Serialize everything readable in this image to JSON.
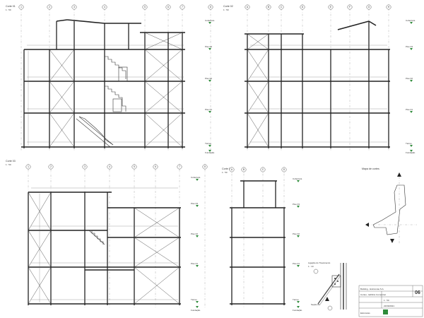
{
  "sheet": {
    "views": [
      {
        "id": "v1",
        "title": "Corte 01",
        "scale": "1 : 50",
        "grid_labels": [
          "1",
          "2",
          "3",
          "4",
          "5",
          "6",
          "7",
          "8"
        ],
        "levels": [
          "Cobertura",
          "Piso 03",
          "Piso 02",
          "Piso 01",
          "Térreo",
          "Fundação"
        ]
      },
      {
        "id": "v2",
        "title": "Corte 02",
        "scale": "1 : 50",
        "grid_labels": [
          "A",
          "B",
          "C",
          "D",
          "E",
          "F",
          "G",
          "H"
        ],
        "levels": [
          "Cobertura",
          "Piso 03",
          "Piso 02",
          "Piso 01",
          "Térreo",
          "Fundação"
        ]
      },
      {
        "id": "v3",
        "title": "Corte 03",
        "scale": "1 : 50",
        "grid_labels": [
          "1",
          "2",
          "3",
          "4",
          "5",
          "6",
          "7",
          "8"
        ],
        "levels": [
          "Cobertura",
          "Piso 03",
          "Piso 02",
          "Piso 01",
          "Térreo",
          "Fundação"
        ]
      },
      {
        "id": "v4",
        "title": "Corte 04",
        "scale": "1 : 50",
        "grid_labels": [
          "A",
          "B",
          "C",
          "D"
        ],
        "levels": [
          "Cobertura",
          "Piso 03",
          "Piso 02",
          "Piso 01",
          "Térreo",
          "Fundação"
        ]
      }
    ],
    "key_plan_title": "Mapa de cortes",
    "detail_title": "Ligação do Travamento",
    "detail_scale": "1 : 10",
    "section_marker": "Seção 01",
    "title_block": {
      "project": "Building - Estruturas S.A.",
      "drawing": "Cortes - Edifício Comercial",
      "sheet_number": "06",
      "scale": "1 : 50",
      "company": "Estruturas",
      "date": "22/09/2021"
    }
  }
}
